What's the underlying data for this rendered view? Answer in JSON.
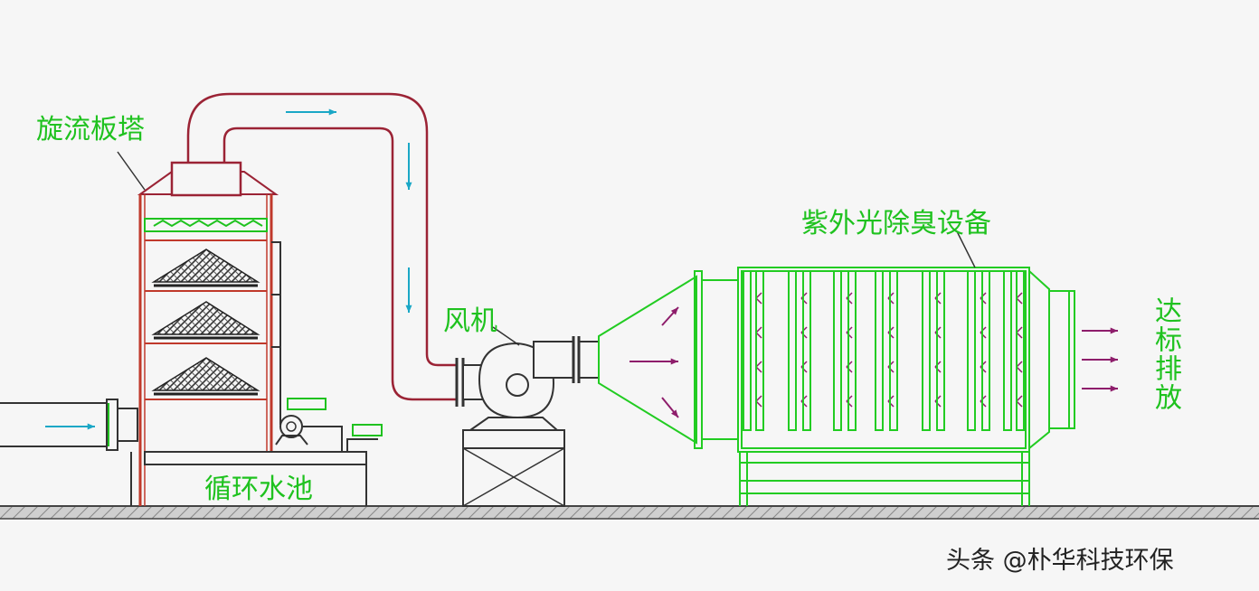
{
  "labels": {
    "tower": "旋流板塔",
    "fan": "风机",
    "uv_unit": "紫外光除臭设备",
    "discharge": "达标排放",
    "pool": "循环水池"
  },
  "watermark": "头条 @朴华科技环保",
  "colors": {
    "label_green": "#1fc21f",
    "tower_red": "#c0392b",
    "duct_red": "#9b2335",
    "line_dark": "#333333",
    "arrow_cyan": "#1aa7c6",
    "arrow_magenta": "#8e1d6b",
    "uv_green": "#22cc22",
    "background": "#f6f6f6"
  },
  "icons": [
    "flow-arrow-icon",
    "pump-icon",
    "filter-cone-icon"
  ]
}
